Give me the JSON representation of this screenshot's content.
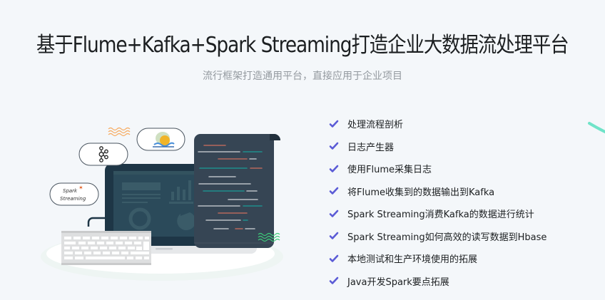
{
  "header": {
    "title": "基于Flume+Kafka+Spark Streaming打造企业大数据流处理平台",
    "subtitle": "流行框架打造通用平台，直接应用于企业项目"
  },
  "features": {
    "check_icon": "check-icon",
    "check_color": "#5b5bd6",
    "items": [
      {
        "label": "处理流程剖析"
      },
      {
        "label": "日志产生器"
      },
      {
        "label": "使用Flume采集日志"
      },
      {
        "label": "将Flume收集到的数据输出到Kafka"
      },
      {
        "label": "Spark Streaming消费Kafka的数据进行统计"
      },
      {
        "label": "Spark Streaming如何高效的读写数据到Hbase"
      },
      {
        "label": "本地测试和生产环境使用的拓展"
      },
      {
        "label": "Java开发Spark要点拓展"
      }
    ]
  },
  "illustration": {
    "badges": [
      {
        "name": "kafka-logo",
        "label": ""
      },
      {
        "name": "flume-logo",
        "label": ""
      },
      {
        "name": "spark-streaming-logo",
        "line1": "Spark",
        "line2": "Streaming"
      }
    ],
    "colors": {
      "background": "#f4f7fa",
      "laptop_bezel": "#1e3646",
      "laptop_screen": "#2b4a5a",
      "code_panel": "#364554",
      "code_red": "#b5685c",
      "code_teal": "#1e8f8c",
      "code_gray": "#b8bec4",
      "wave_orange": "#f7a95c",
      "wave_green": "#3ecb7a",
      "accent_arc": "#6fe3c8"
    }
  }
}
